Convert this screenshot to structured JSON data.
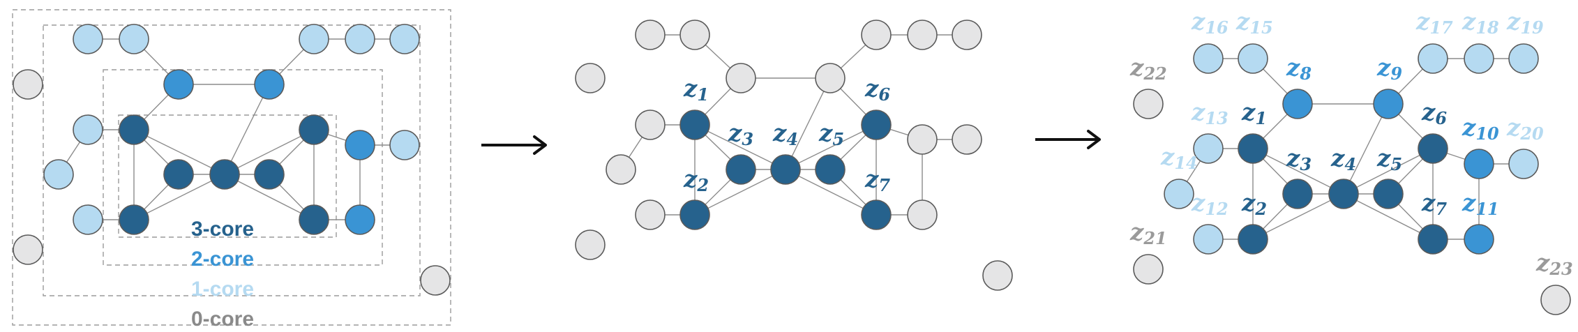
{
  "colors": {
    "core3": "#26628d",
    "core2": "#3a94d4",
    "core1": "#b5daf1",
    "core0": "#e5e5e6"
  },
  "legend": {
    "core3": "3-core",
    "core2": "2-core",
    "core1": "1-core",
    "core0": "0-core"
  },
  "labels": {
    "z1": {
      "base": "z",
      "sub": "1"
    },
    "z2": {
      "base": "z",
      "sub": "2"
    },
    "z3": {
      "base": "z",
      "sub": "3"
    },
    "z4": {
      "base": "z",
      "sub": "4"
    },
    "z5": {
      "base": "z",
      "sub": "5"
    },
    "z6": {
      "base": "z",
      "sub": "6"
    },
    "z7": {
      "base": "z",
      "sub": "7"
    },
    "z8": {
      "base": "z",
      "sub": "8"
    },
    "z9": {
      "base": "z",
      "sub": "9"
    },
    "z10": {
      "base": "z",
      "sub": "10"
    },
    "z11": {
      "base": "z",
      "sub": "11"
    },
    "z12": {
      "base": "z",
      "sub": "12"
    },
    "z13": {
      "base": "z",
      "sub": "13"
    },
    "z14": {
      "base": "z",
      "sub": "14"
    },
    "z15": {
      "base": "z",
      "sub": "15"
    },
    "z16": {
      "base": "z",
      "sub": "16"
    },
    "z17": {
      "base": "z",
      "sub": "17"
    },
    "z18": {
      "base": "z",
      "sub": "18"
    },
    "z19": {
      "base": "z",
      "sub": "19"
    },
    "z20": {
      "base": "z",
      "sub": "20"
    },
    "z21": {
      "base": "z",
      "sub": "21"
    },
    "z22": {
      "base": "z",
      "sub": "22"
    },
    "z23": {
      "base": "z",
      "sub": "23"
    }
  }
}
